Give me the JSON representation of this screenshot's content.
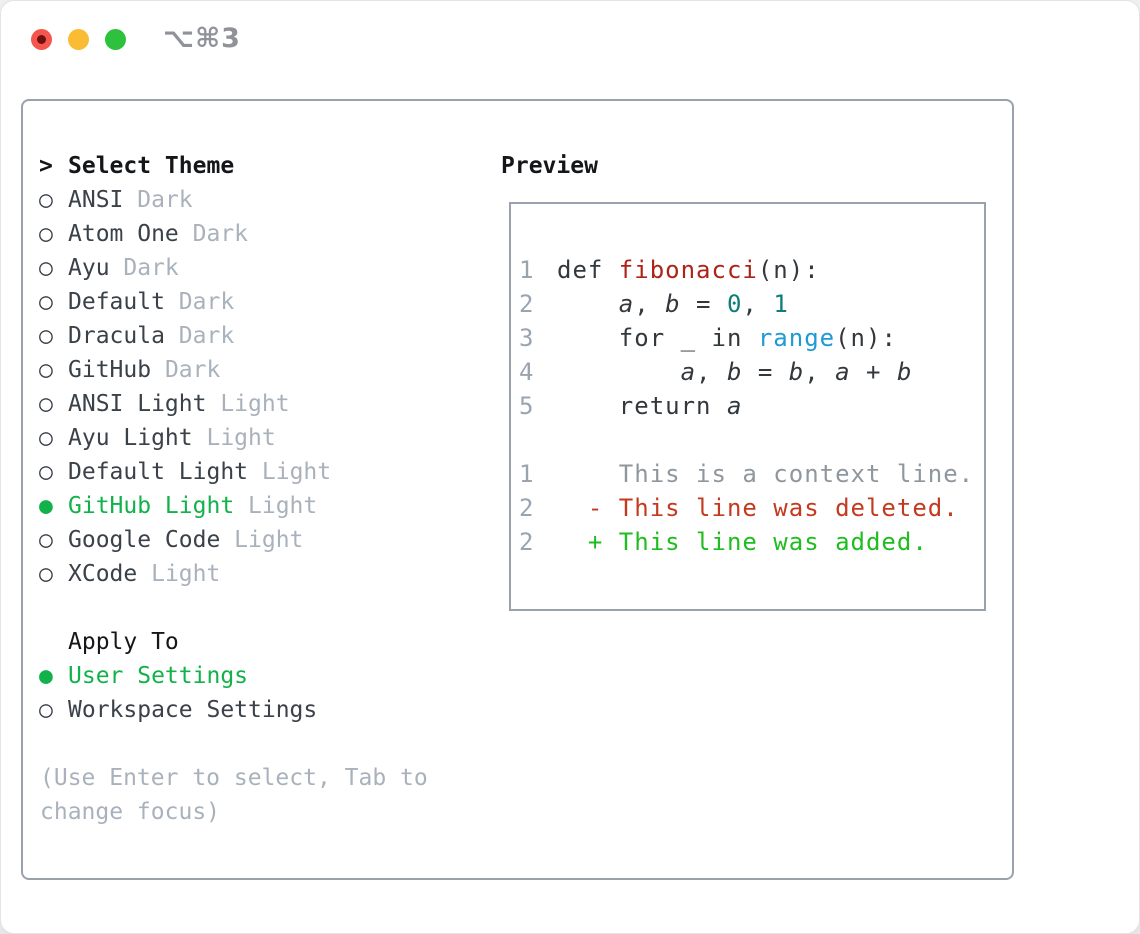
{
  "window": {
    "title": "⌥⌘3",
    "traffic_lights": [
      "close",
      "minimize",
      "zoom"
    ]
  },
  "picker": {
    "prompt": ">",
    "title": "Select Theme",
    "unselected_marker": "○",
    "selected_marker": "●",
    "items": [
      {
        "name": "ANSI",
        "tag": "Dark",
        "selected": false
      },
      {
        "name": "Atom One",
        "tag": "Dark",
        "selected": false
      },
      {
        "name": "Ayu",
        "tag": "Dark",
        "selected": false
      },
      {
        "name": "Default",
        "tag": "Dark",
        "selected": false
      },
      {
        "name": "Dracula",
        "tag": "Dark",
        "selected": false
      },
      {
        "name": "GitHub",
        "tag": "Dark",
        "selected": false
      },
      {
        "name": "ANSI Light",
        "tag": "Light",
        "selected": false
      },
      {
        "name": "Ayu Light",
        "tag": "Light",
        "selected": false
      },
      {
        "name": "Default Light",
        "tag": "Light",
        "selected": false
      },
      {
        "name": "GitHub Light",
        "tag": "Light",
        "selected": true
      },
      {
        "name": "Google Code",
        "tag": "Light",
        "selected": false
      },
      {
        "name": "XCode",
        "tag": "Light",
        "selected": false
      }
    ]
  },
  "apply_to": {
    "title": "Apply To",
    "options": [
      {
        "label": "User Settings",
        "selected": true
      },
      {
        "label": "Workspace Settings",
        "selected": false
      }
    ]
  },
  "help": "(Use Enter to select, Tab to change focus)",
  "preview": {
    "title": "Preview",
    "code_lines": [
      {
        "num": "1",
        "tokens": [
          {
            "t": "def ",
            "c": "plain"
          },
          {
            "t": "fibonacci",
            "c": "func"
          },
          {
            "t": "(n):",
            "c": "plain"
          }
        ]
      },
      {
        "num": "2",
        "tokens": [
          {
            "t": "    ",
            "c": "plain"
          },
          {
            "t": "a",
            "c": "plain",
            "italic": true
          },
          {
            "t": ", ",
            "c": "plain"
          },
          {
            "t": "b",
            "c": "plain",
            "italic": true
          },
          {
            "t": " = ",
            "c": "plain"
          },
          {
            "t": "0",
            "c": "number"
          },
          {
            "t": ", ",
            "c": "plain"
          },
          {
            "t": "1",
            "c": "number"
          }
        ]
      },
      {
        "num": "3",
        "tokens": [
          {
            "t": "    for _ in ",
            "c": "plain"
          },
          {
            "t": "range",
            "c": "builtin"
          },
          {
            "t": "(n):",
            "c": "plain"
          }
        ]
      },
      {
        "num": "4",
        "tokens": [
          {
            "t": "        ",
            "c": "plain"
          },
          {
            "t": "a",
            "c": "plain",
            "italic": true
          },
          {
            "t": ", ",
            "c": "plain"
          },
          {
            "t": "b",
            "c": "plain",
            "italic": true
          },
          {
            "t": " = ",
            "c": "plain"
          },
          {
            "t": "b",
            "c": "plain",
            "italic": true
          },
          {
            "t": ", ",
            "c": "plain"
          },
          {
            "t": "a",
            "c": "plain",
            "italic": true
          },
          {
            "t": " + ",
            "c": "plain"
          },
          {
            "t": "b",
            "c": "plain",
            "italic": true
          }
        ]
      },
      {
        "num": "5",
        "tokens": [
          {
            "t": "    return ",
            "c": "plain"
          },
          {
            "t": "a",
            "c": "plain",
            "italic": true
          }
        ]
      }
    ],
    "diff_lines": [
      {
        "num": "1",
        "prefix": "",
        "text": "This is a context line.",
        "type": "context"
      },
      {
        "num": "2",
        "prefix": "-",
        "text": "This line was deleted.",
        "type": "deleted"
      },
      {
        "num": "2",
        "prefix": "+",
        "text": "This line was added.",
        "type": "added"
      }
    ]
  },
  "colors": {
    "accent_green": "#12b24b",
    "diff_added": "#1fbd1f",
    "diff_removed": "#c43a1e",
    "diff_context": "#8f979e",
    "syntax_function": "#ad2318",
    "syntax_number": "#0d7e79",
    "syntax_builtin": "#1e9ad6",
    "code_text": "#33383d",
    "line_number": "#9aa4b0",
    "muted_text": "#a9b2bc",
    "item_text": "#3a4149",
    "heading_text": "#141619",
    "panel_border": "#99a2ac",
    "traffic_red": "#f4564d",
    "traffic_yellow": "#f9bc33",
    "traffic_green": "#2dc13e"
  }
}
